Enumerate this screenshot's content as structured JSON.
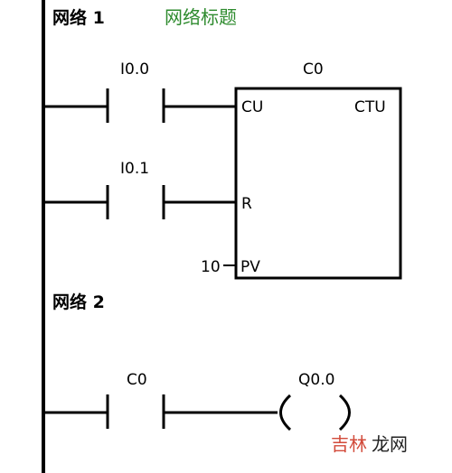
{
  "network1": {
    "title": "网络 1",
    "comment": "网络标题",
    "comment_color": "#2e8b2e",
    "contact1": {
      "address": "I0.0"
    },
    "contact2": {
      "address": "I0.1"
    },
    "counter": {
      "name": "C0",
      "type": "CTU",
      "pin_cu": "CU",
      "pin_r": "R",
      "pin_pv": "PV",
      "pv_value": "10",
      "pv_value_color": "#8b7500"
    }
  },
  "network2": {
    "title": "网络 2",
    "contact": {
      "address": "C0"
    },
    "coil": {
      "address": "Q0.0"
    }
  },
  "watermark": {
    "text_a": "吉林",
    "text_b": "龙网",
    "color_a": "#d24a3a",
    "color_b": "#222222"
  }
}
